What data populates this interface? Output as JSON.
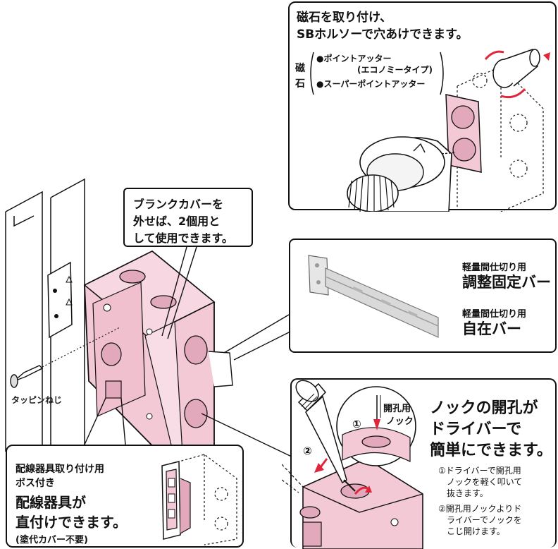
{
  "magnet_panel": {
    "title_line1": "磁石を取り付け、",
    "title_line2": "SBホルソーで穴あけできます。",
    "side_label_1": "磁",
    "side_label_2": "石",
    "item_1_line1": "●ポイントアッター",
    "item_1_line2": "(エコノミータイプ)",
    "item_2": "●スーパーポイントアッター"
  },
  "blank_cover_callout": {
    "line1": "ブランクカバーを",
    "line2": "外せば、2個用と",
    "line3": "して使用できます。"
  },
  "bar_panel": {
    "bar1_small": "軽量間仕切り用",
    "bar1_large": "調整固定バー",
    "bar2_small": "軽量間仕切り用",
    "bar2_large": "自在バー"
  },
  "screw_label": "タッピンねじ",
  "knock_panel": {
    "hole_label_1": "開孔用",
    "hole_label_2": "ノック",
    "step1_marker": "①",
    "step2_marker": "②",
    "headline_1": "ノックの開孔が",
    "headline_2": "ドライバーで",
    "headline_3": "簡単にできます。",
    "note1_line1": "①ドライバーで開孔用",
    "note1_line2": "ノックを軽く叩いて",
    "note1_line3": "抜きます。",
    "note2_line1": "②開孔用ノックよりド",
    "note2_line2": "ライバーでノックを",
    "note2_line3": "こじ開けます。"
  },
  "wiring_callout": {
    "small_line1": "配線器具取り付け用",
    "small_line2": "ボス付き",
    "large_line1": "配線器具が",
    "large_line2": "直付けできます。",
    "note": "(塗代カバー不要)"
  },
  "colors": {
    "box_pink": "#f3c9d6",
    "box_pink_dark": "#e2a8bb",
    "arrow_red": "#e0263a",
    "outline": "#111111"
  }
}
